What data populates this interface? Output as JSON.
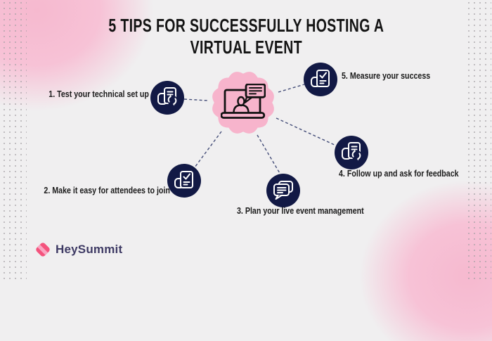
{
  "title": {
    "line1": "5 TIPS FOR SUCCESSFULLY HOSTING A",
    "line2": "VIRTUAL EVENT"
  },
  "tips": [
    {
      "label": "1. Test your technical set up",
      "icon": "devices-sync-icon"
    },
    {
      "label": "2. Make it easy for attendees to join",
      "icon": "checklist-icon"
    },
    {
      "label": "3. Plan your live event management",
      "icon": "chat-bubbles-icon"
    },
    {
      "label": "4. Follow up and ask for feedback",
      "icon": "devices-sync-icon"
    },
    {
      "label": "5. Measure your success",
      "icon": "checklist-icon"
    }
  ],
  "center": {
    "icon": "laptop-video-call-icon"
  },
  "logo": {
    "name": "HeySummit"
  },
  "colors": {
    "background": "#f0eff0",
    "navy_circle": "#121945",
    "pink_blob": "#f7b4cc",
    "brand_pink": "#f4537d",
    "brand_pink_light": "#f9a6c2",
    "connector_line": "#444d78",
    "title_text": "#131313",
    "label_text": "#1b1b1b",
    "logo_text": "#3e3a64"
  }
}
